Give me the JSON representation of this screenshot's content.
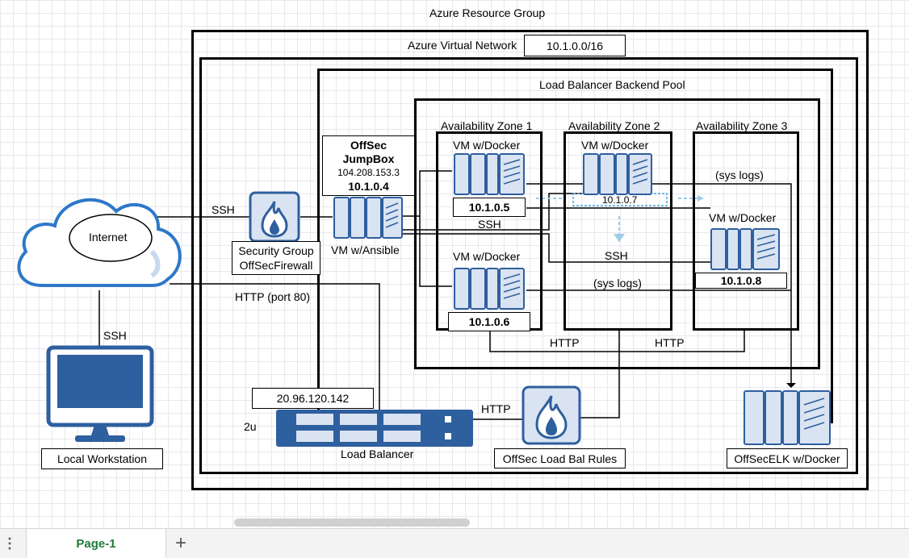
{
  "diagram": {
    "resource_group_label": "Azure Resource Group",
    "vnet_label": "Azure Virtual Network",
    "vnet_cidr": "10.1.0.0/16",
    "backend_pool_label": "Load Balancer Backend Pool",
    "zones": [
      "Availability Zone 1",
      "Availability Zone 2",
      "Availability Zone 3"
    ],
    "jumpbox": {
      "line1": "OffSec",
      "line2": "JumpBox",
      "public_ip": "104.208.153.3",
      "private_ip": "10.1.0.4",
      "caption": "VM w/Ansible"
    },
    "security_group": {
      "line1": "Security Group",
      "line2": "OffSecFirewall"
    },
    "internet_label": "Internet",
    "workstation_label": "Local Workstation",
    "vms": [
      {
        "label": "VM w/Docker",
        "ip": "10.1.0.5"
      },
      {
        "label": "VM w/Docker",
        "ip": "10.1.0.6"
      },
      {
        "label": "VM w/Docker",
        "ip": "10.1.0.7"
      },
      {
        "label": "VM w/Docker",
        "ip": "10.1.0.8"
      }
    ],
    "conn": {
      "ssh_internet": "SSH",
      "ssh_workstation": "SSH",
      "http_port80": "HTTP (port 80)",
      "ssh_zone1": "SSH",
      "ssh_zone2": "SSH",
      "syslogs_top": "(sys logs)",
      "syslogs_mid": "(sys logs)",
      "http_z1": "HTTP",
      "http_z2": "HTTP",
      "http_lb": "HTTP"
    },
    "load_balancer": {
      "ip": "20.96.120.142",
      "label": "Load Balancer",
      "rack_unit": "2u"
    },
    "lb_rules_label": "OffSec Load Bal Rules",
    "elk_label": "OffSecELK w/Docker"
  },
  "tabs": {
    "page1": "Page-1",
    "add": "+"
  },
  "colors": {
    "accent_blue": "#2e5f9e",
    "server_fill": "#d9e3f2",
    "tab_green": "#1d7a3a"
  }
}
